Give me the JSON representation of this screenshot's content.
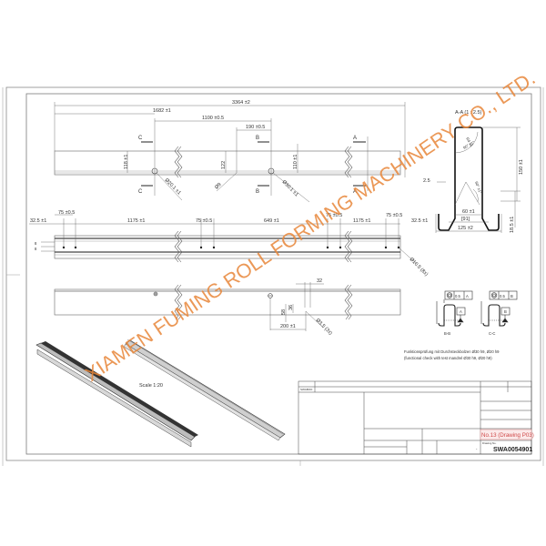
{
  "drawing": {
    "section_title": "A-A (1 : 2.5)",
    "scale_note": "Scale 1:20",
    "watermark": "XIAMEN FUMING ROLL FORMING MACHINERY CO., LTD.",
    "watermark_color": "#e8873a",
    "top_view": {
      "overall_length": "3364 ±2",
      "half_length": "1682 ±1",
      "hole_offset": "1100 ±0.5",
      "hole_spacing": "190 ±0.5",
      "height_left": "118 ±1",
      "height_mid": "122",
      "height_right": "110 ±1",
      "hole_left": "Ø20.1 ±1",
      "hole_small": "Ø9",
      "hole_right": "Ø30.1 ±1",
      "section_c": "C",
      "section_b": "B",
      "section_a": "A"
    },
    "bottom_view": {
      "edge_left": "32.5 ±1",
      "edge_right": "32.5 ±1",
      "pitch_1": "75 ±0.5",
      "pitch_2": "75 ±0.5",
      "pitch_3": "75 ±0.5",
      "pitch_4": "75 ±0.5",
      "span_left": "1175 ±1",
      "span_mid": "649 ±1",
      "span_right": "1175 ±1",
      "hole_spec": "Ø10.5 (8x)",
      "offset_a": "8",
      "offset_b": "8"
    },
    "side_view": {
      "dim_32": "32",
      "dim_58": "58",
      "dim_36": "36",
      "dim_200": "200 ±1",
      "hole_spec": "Ø3.5 (3x)"
    },
    "section_aa": {
      "radius": "R4 ±1",
      "angle_top": "90° ±1°",
      "angle_bottom": "60° ±1°",
      "lip": "2.5",
      "height": "150 ±1",
      "base_inner": "60 ±1",
      "base_ref": "[91]",
      "base_outer": "125 ±2",
      "flange_height": "18.5 ±1"
    },
    "check_sections": [
      {
        "label": "B-B",
        "tolerance": "0.5",
        "datum": "A"
      },
      {
        "label": "C-C",
        "tolerance": "0.5",
        "datum": "B"
      }
    ],
    "note_de": "Funktionsprüfung mit Durchsteckbolzen Ø30 h9, Ø20 h9",
    "note_en": "(functional check with test mandrel Ø30 h9, Ø20 h9)",
    "title_block": {
      "company_tag": "SWABOO",
      "project_no": "No.13 (Drawing P03)",
      "drawing_no_label": "Drawing No.",
      "drawing_no": "SWA0054901",
      "dash": "-"
    }
  }
}
